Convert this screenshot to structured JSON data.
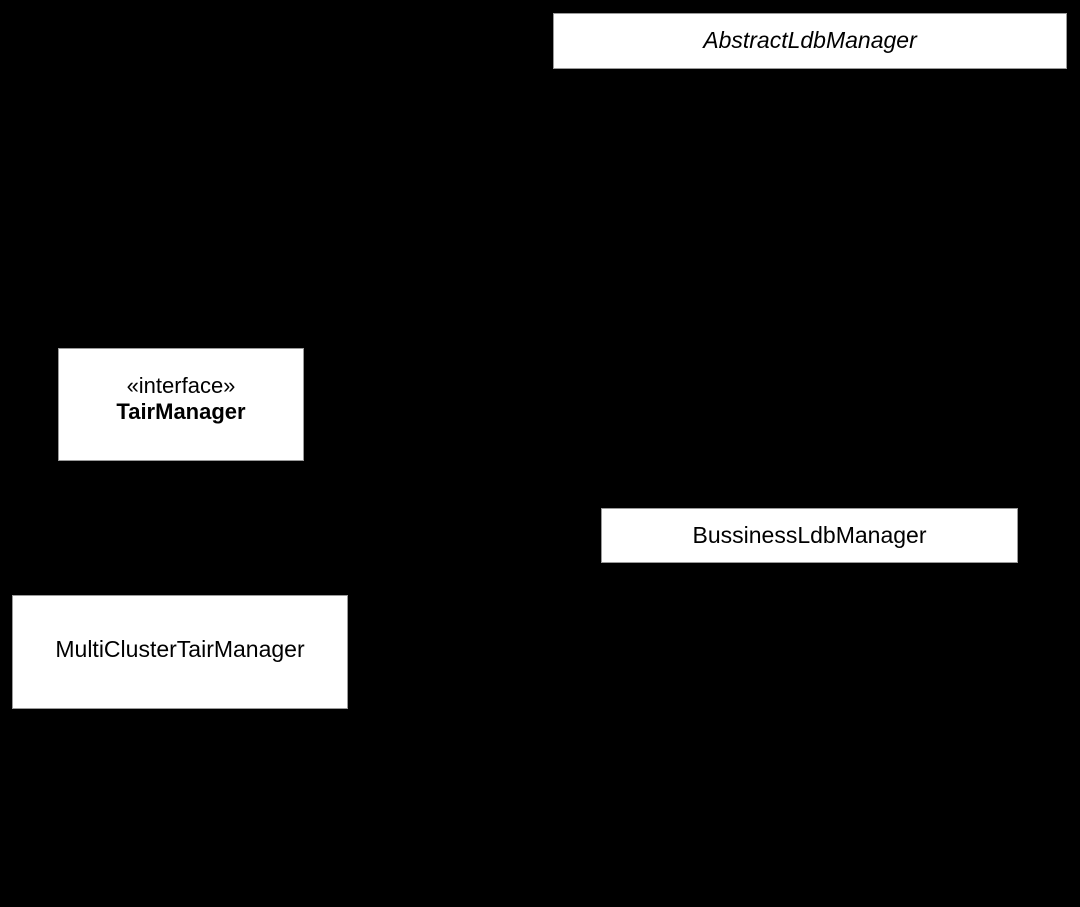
{
  "diagram": {
    "type": "uml-class-diagram",
    "background_color": "#000000",
    "box_fill_color": "#ffffff",
    "box_border_color": "#9a9a9a",
    "text_color": "#000000",
    "classes": [
      {
        "id": "abstract-ldb-manager",
        "name": "AbstractLdbManager",
        "stereotype": "",
        "kind": "abstract-class",
        "italic": true,
        "bold": false
      },
      {
        "id": "tair-manager",
        "name": "TairManager",
        "stereotype": "«interface»",
        "kind": "interface",
        "italic": false,
        "bold": true
      },
      {
        "id": "bussiness-ldb-manager",
        "name": "BussinessLdbManager",
        "stereotype": "",
        "kind": "class",
        "italic": false,
        "bold": false
      },
      {
        "id": "multi-cluster-tair-manager",
        "name": "MultiClusterTairManager",
        "stereotype": "",
        "kind": "class",
        "italic": false,
        "bold": false
      }
    ]
  }
}
